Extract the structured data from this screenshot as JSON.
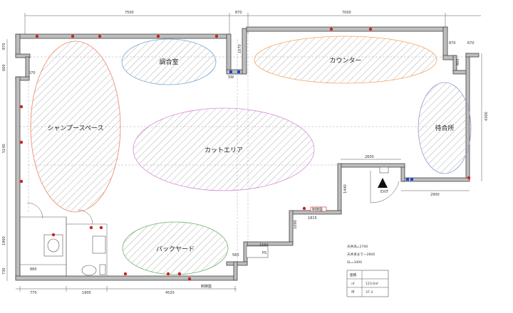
{
  "dimensions": {
    "top_left": "7500",
    "top_mid": "870",
    "top_right": "7000",
    "gap_left": "870",
    "gap_right": "670",
    "left_1": "870",
    "left_2": "600",
    "left_3": "670",
    "left_main": "5140",
    "left_lower": "1960",
    "left_bottom": "730",
    "pillar_v": "1070",
    "right_notch": "800",
    "right_main": "4300",
    "right_bottom": "2900",
    "entrance_w": "2600",
    "entrance_h": "1440",
    "step_1": "1815",
    "step_2": "1090",
    "step_3": "1560",
    "step_4": "560",
    "bottom_1": "770",
    "bottom_2": "1900",
    "bottom_3": "4520",
    "toilet_w": "880"
  },
  "zones": [
    {
      "id": "shampoo",
      "label": "シャンプースペース",
      "color": "#f08060"
    },
    {
      "id": "mixing",
      "label": "調合室",
      "color": "#6fa8dc"
    },
    {
      "id": "counter",
      "label": "カウンター",
      "color": "#f4a460"
    },
    {
      "id": "waiting",
      "label": "待合所",
      "color": "#8e9cd8"
    },
    {
      "id": "cut",
      "label": "カットエリア",
      "color": "#d88ad8"
    },
    {
      "id": "backyard",
      "label": "バックヤード",
      "color": "#6ab56a"
    }
  ],
  "labels": {
    "ps": "PS",
    "exit": "EXIT",
    "control": "制御盤",
    "sw": "SW",
    "side_note": "制御盤"
  },
  "notes": {
    "ceiling": "天井高=2700",
    "beam": "天井梁まで一2600",
    "sl": "SL=3400"
  },
  "area_table": {
    "header": "面積",
    "rows": [
      {
        "unit": "㎡",
        "value": "123.0㎡"
      },
      {
        "unit": "坪",
        "value": "37.3"
      }
    ]
  },
  "colors": {
    "wall": "#bdbdbd",
    "outlet": "#cc2222",
    "switch": "#2244cc"
  }
}
